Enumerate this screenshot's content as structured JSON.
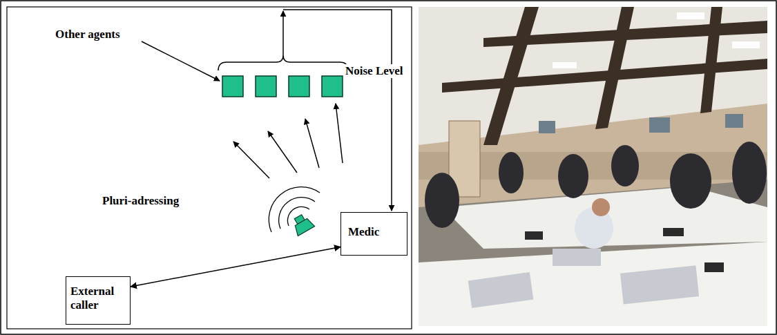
{
  "diagram": {
    "nodes": [
      {
        "text": [
          "External caller"
        ]
      },
      {
        "text": [
          "Medic"
        ]
      }
    ],
    "edges": [
      {
        "from": 0,
        "to": 1,
        "arrow": "both"
      }
    ],
    "labels": [
      "Other agents",
      "Noise Level",
      "Pluri-adressing"
    ]
  }
}
